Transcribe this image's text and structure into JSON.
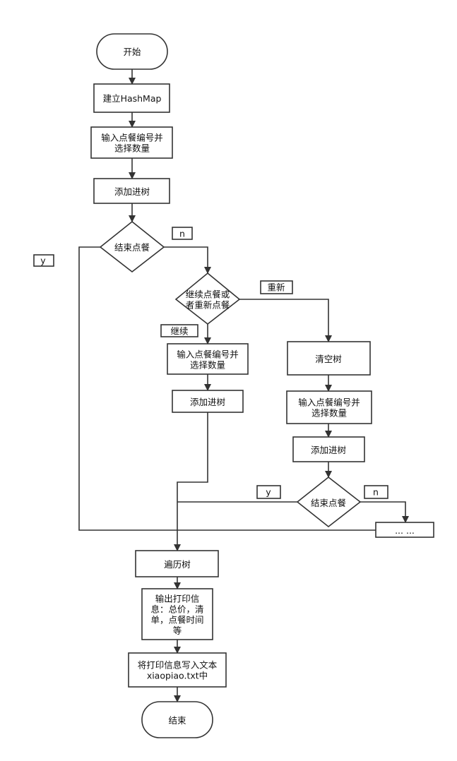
{
  "nodes": {
    "start": [
      "开始"
    ],
    "build_map": [
      "建立HashMap"
    ],
    "input1": [
      "输入点餐编号并",
      "选择数量"
    ],
    "add1": [
      "添加进树"
    ],
    "end_order1": [
      "结束点餐"
    ],
    "continue_or_restart": [
      "继续点餐或",
      "者重新点餐"
    ],
    "input2": [
      "输入点餐编号并",
      "选择数量"
    ],
    "add2": [
      "添加进树"
    ],
    "clear_tree": [
      "清空树"
    ],
    "input3": [
      "输入点餐编号并",
      "选择数量"
    ],
    "add3": [
      "添加进树"
    ],
    "end_order2": [
      "结束点餐"
    ],
    "ellipsis": [
      "... ..."
    ],
    "traverse": [
      "遍历树"
    ],
    "output_info": [
      "输出打印信",
      "息：总价，清",
      "单，点餐时间",
      "等"
    ],
    "write_file": [
      "将打印信息写入文本",
      "xiaopiao.txt中"
    ],
    "end": [
      "结束"
    ]
  },
  "tags": {
    "yes1": "y",
    "no1": "n",
    "restart": "重新",
    "continue": "继续",
    "yes2": "y",
    "no2": "n"
  }
}
